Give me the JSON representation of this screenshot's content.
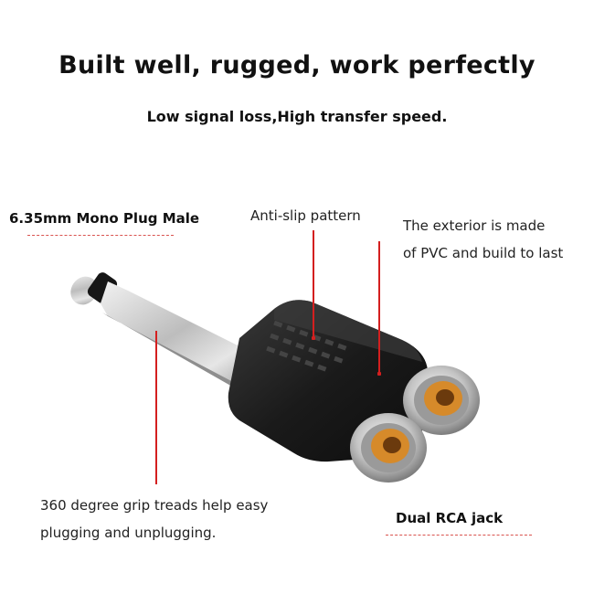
{
  "headline": "Built well, rugged, work perfectly",
  "subheadline": "Low signal loss,High transfer speed.",
  "callouts": {
    "plug": "6.35mm Mono Plug Male",
    "anti_slip": "Anti-slip pattern",
    "exterior_line1": "The exterior is made",
    "exterior_line2": "of PVC and build to last",
    "grip_line1": "360 degree grip treads help easy",
    "grip_line2": "plugging and unplugging.",
    "rca": "Dual RCA jack"
  },
  "colors": {
    "leader": "#d41f1f",
    "body": "#1c1c1c",
    "metal": "#c9c9c9",
    "rca_center": "#d68a2a"
  }
}
